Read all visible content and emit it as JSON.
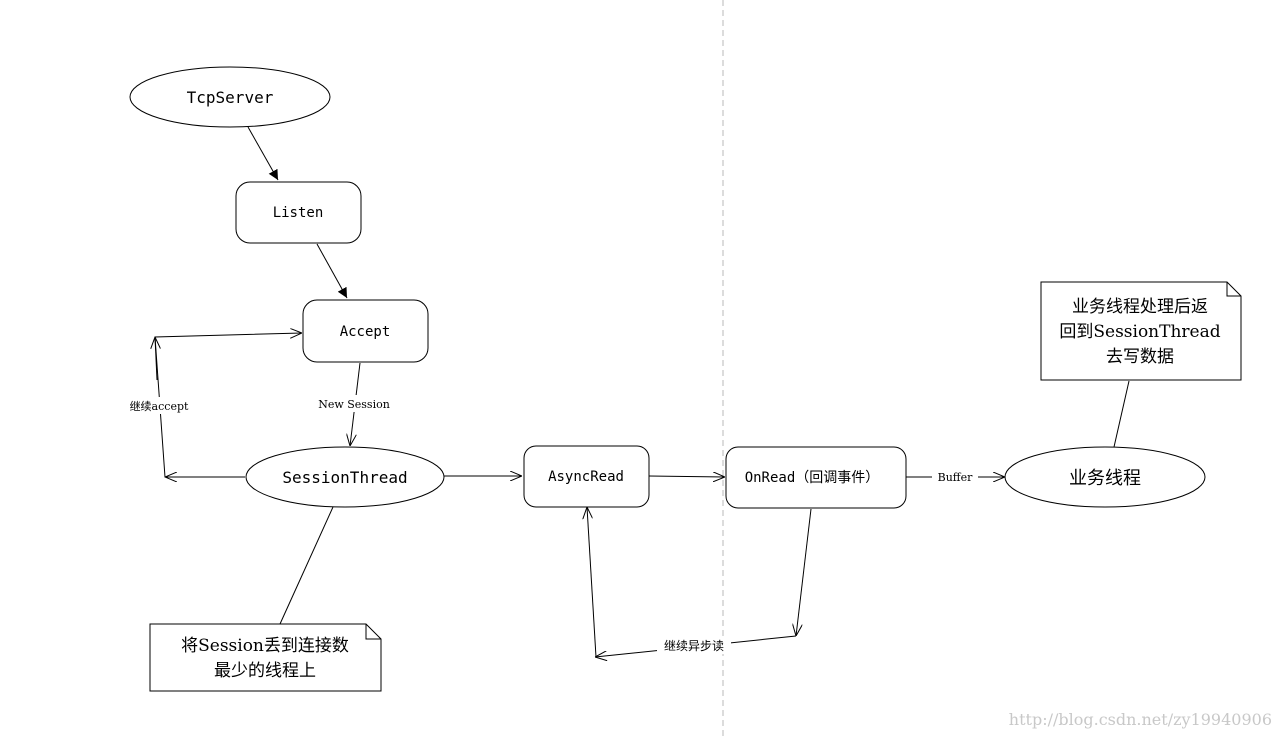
{
  "nodes": {
    "tcpserver": "TcpServer",
    "listen": "Listen",
    "accept": "Accept",
    "session_thread": "SessionThread",
    "async_read": "AsyncRead",
    "on_read": "OnRead（回调事件）",
    "business_thread": "业务线程"
  },
  "edges": {
    "new_session": "New Session",
    "continue_accept": "继续accept",
    "buffer": "Buffer",
    "continue_async_read": "继续异步读"
  },
  "notes": {
    "session_note": [
      "将Session丢到连接数",
      "最少的线程上"
    ],
    "business_note": [
      "业务线程处理后返",
      "回到SessionThread",
      "去写数据"
    ]
  },
  "watermark": "http://blog.csdn.net/zy19940906"
}
